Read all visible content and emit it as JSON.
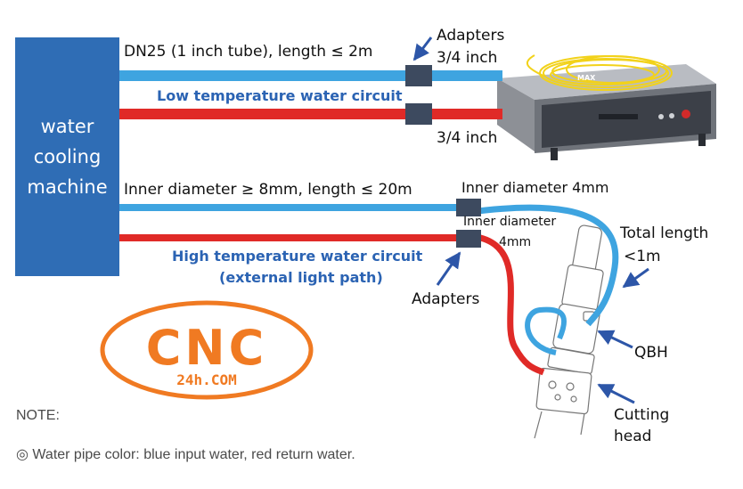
{
  "machine": {
    "label": "water\ncooling\nmachine"
  },
  "top_pipe": {
    "spec": "DN25 (1 inch tube), length ≤ 2m"
  },
  "adapters_top": {
    "label": "Adapters",
    "size": "3/4 inch"
  },
  "adapter_bottom_size": "3/4 inch",
  "low_circuit": {
    "label": "Low temperature water circuit"
  },
  "inner_pipe": {
    "spec": "Inner diameter ≥ 8mm, length ≤ 20m"
  },
  "inner_diameter_top": "Inner diameter 4mm",
  "inner_diameter_mid": {
    "line1": "Inner diameter",
    "line2": "4mm"
  },
  "high_circuit": {
    "line1": "High temperature water circuit",
    "line2": "(external light path)"
  },
  "adapters_bottom": "Adapters",
  "total_length": {
    "line1": "Total length",
    "line2": "<1m"
  },
  "qbh": "QBH",
  "cutting_head": {
    "line1": "Cutting",
    "line2": "head"
  },
  "logo": {
    "main": "CNC",
    "sub": "24h.COM"
  },
  "laser_brand": "MAX",
  "note": {
    "title": "NOTE:",
    "text": "◎ Water pipe color: blue input water, red return water."
  },
  "colors": {
    "blue_pipe": "#3ea4e0",
    "red_pipe": "#e02a27",
    "machine": "#2f6db5",
    "adapter": "#3d4a5f",
    "logo_orange": "#f07a22",
    "arrow": "#2d56a8"
  }
}
